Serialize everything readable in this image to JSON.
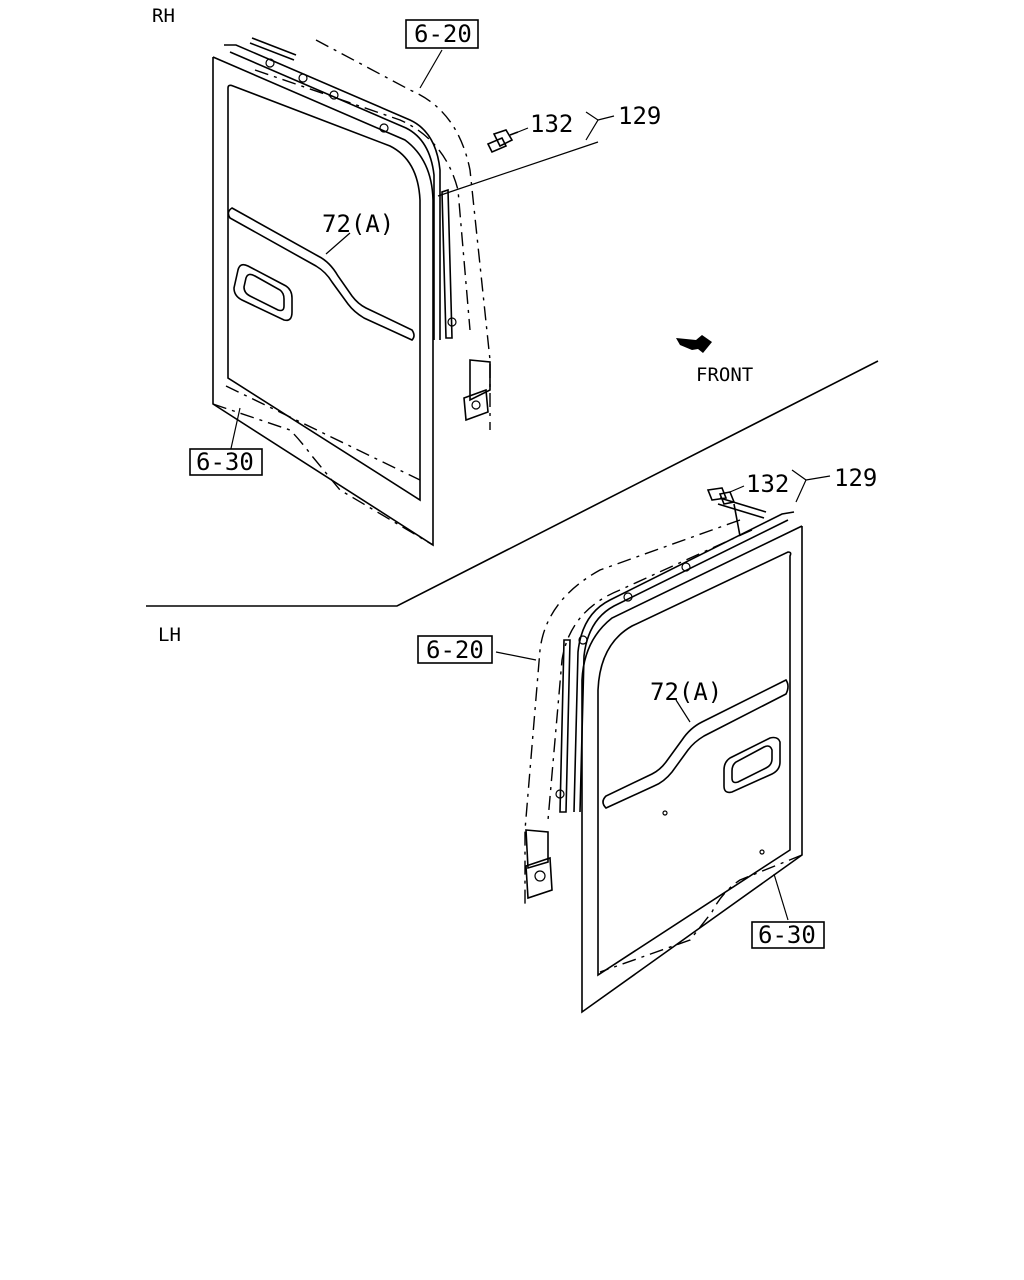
{
  "sections": {
    "rh": "RH",
    "lh": "LH"
  },
  "direction": {
    "front": "FRONT"
  },
  "rh_callouts": {
    "ref_top": "6-20",
    "ref_bottom": "6-30",
    "part_132": "132",
    "part_129": "129",
    "part_72a": "72(A)"
  },
  "lh_callouts": {
    "ref_top": "6-20",
    "ref_bottom": "6-30",
    "part_132": "132",
    "part_129": "129",
    "part_72a": "72(A)"
  }
}
